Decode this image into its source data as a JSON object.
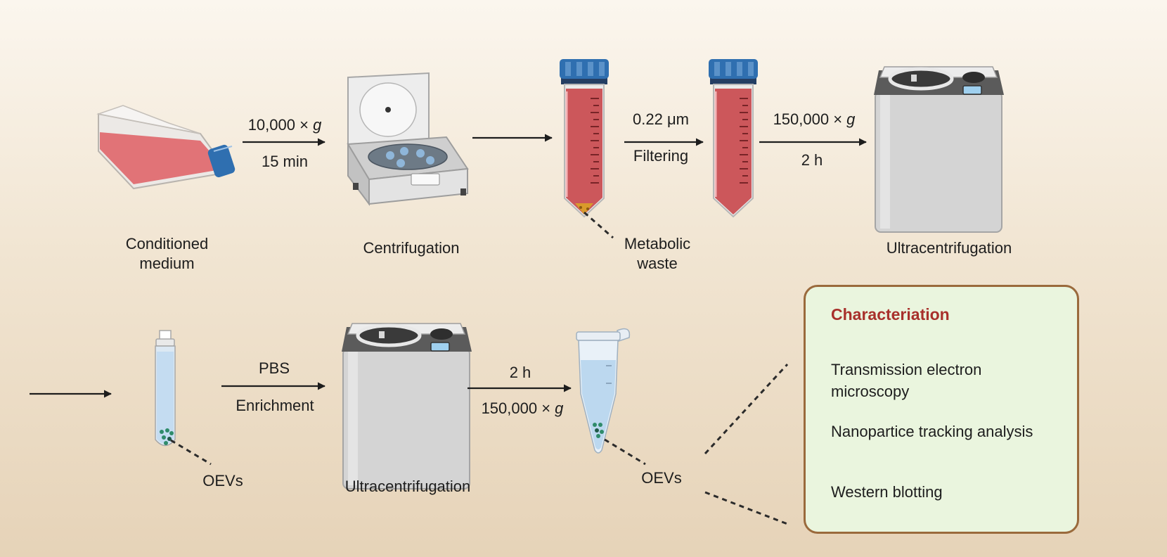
{
  "labels": {
    "conditioned_medium": [
      "Conditioned",
      "medium"
    ],
    "centrifugation": "Centrifugation",
    "metabolic_waste": [
      "Metabolic",
      "waste"
    ],
    "ultracentrifugation_top": "Ultracentrifugation",
    "oevs_tube": "OEVs",
    "ultracentrifugation_bottom": "Ultracentrifugation",
    "oevs_final": "OEVs"
  },
  "steps": {
    "step1": {
      "speed": "10,000 ×",
      "unit": "g",
      "time": "15 min"
    },
    "step3": {
      "top": "0.22 μm",
      "bottom": "Filtering"
    },
    "step4": {
      "speed": "150,000 ×",
      "unit": "g",
      "time": "2 h"
    },
    "step5": {
      "top": "PBS",
      "bottom": "Enrichment"
    },
    "step6": {
      "time": "2 h",
      "speed": "150,000 ×",
      "unit": "g"
    }
  },
  "characterization": {
    "title": "Characteriation",
    "items": [
      "Transmission electron microscopy",
      "Nanopartice tracking analysis",
      "Western blotting"
    ]
  },
  "colors": {
    "medium_red": "#e0666a",
    "cap_blue": "#2f6fb0",
    "machine_grey": "#d4d4d4",
    "box_border": "#9a6a3c",
    "box_fill": "#eaf5de",
    "title_red": "#a8302b",
    "tube_blue": "#cfe2f3",
    "oev_green": "#2f8b6a"
  }
}
